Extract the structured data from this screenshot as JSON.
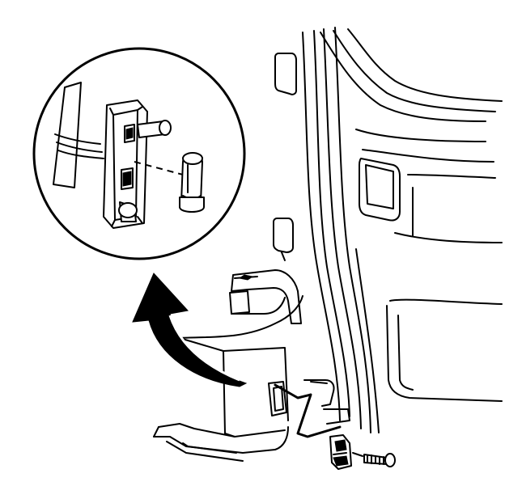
{
  "figure": {
    "type": "technical-illustration",
    "colors": {
      "line": "#000000",
      "background": "#ffffff"
    },
    "parts": [
      "detail-magnifier-circle",
      "lamp-socket",
      "bulb",
      "removal-arrow",
      "lamp-housing",
      "body-pillar",
      "retaining-clip",
      "screw"
    ]
  }
}
